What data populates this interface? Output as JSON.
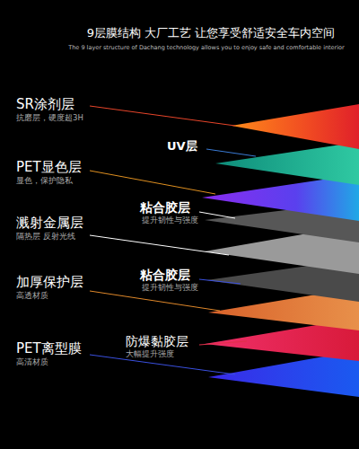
{
  "diagram": {
    "title": "9层膜结构 大厂工艺 让您享受舒适安全车内空间",
    "labels": [
      "The 9 layer structure of Dachang technology allows you to enjoy safe and comfortable interior",
      "SR涂剂层",
      "抗磨层，硬度超3H",
      "UV层",
      "PET显色层",
      "显色，保护隐私",
      "粘合胶层",
      "提升韧性与强度",
      "溅射金属层",
      "隔热层 反射光线",
      "粘合胶层",
      "提升韧性与强度",
      "加厚保护层",
      "高透材质",
      "防爆黏胶层",
      "大幅提升强度",
      "PET离型膜",
      "高清材质"
    ]
  }
}
